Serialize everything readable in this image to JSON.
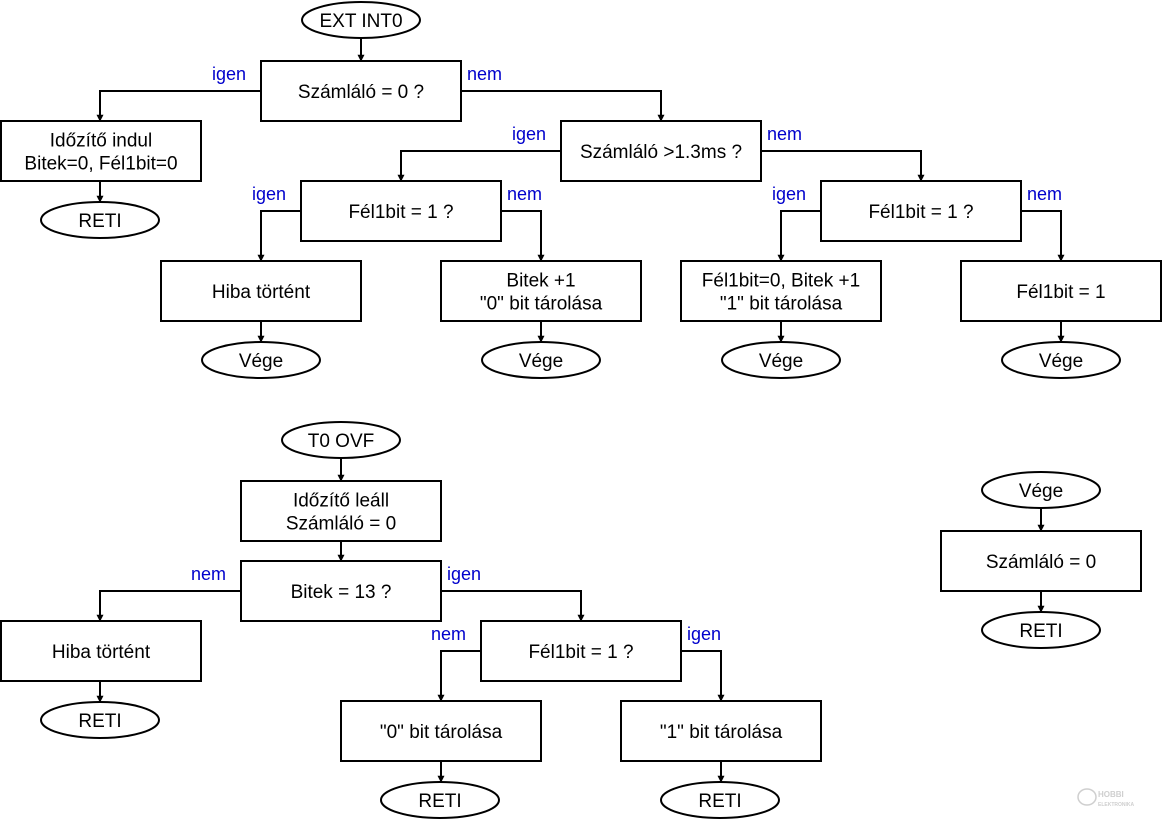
{
  "colors": {
    "decision_text": "#e00000",
    "process_text": "#000000",
    "edge_label": "#0000cc",
    "line": "#000000"
  },
  "flowcharts": [
    {
      "id": "ext-int0",
      "nodes": [
        {
          "id": "ext-int0-start",
          "kind": "terminal",
          "lines": [
            "EXT INT0"
          ]
        },
        {
          "id": "counter-zero-decision",
          "kind": "decision",
          "lines": [
            "Számláló = 0 ?"
          ]
        },
        {
          "id": "timer-start-process",
          "kind": "process",
          "lines": [
            "Időzítő indul",
            "Bitek=0, Fél1bit=0"
          ]
        },
        {
          "id": "reti-1",
          "kind": "terminal",
          "lines": [
            "RETI"
          ]
        },
        {
          "id": "counter-gt-decision",
          "kind": "decision",
          "lines": [
            "Számláló >1.3ms ?"
          ]
        },
        {
          "id": "halfbit-left-decision",
          "kind": "decision",
          "lines": [
            "Fél1bit  = 1 ?"
          ]
        },
        {
          "id": "error-process-1",
          "kind": "process",
          "lines": [
            "Hiba történt"
          ]
        },
        {
          "id": "end-1",
          "kind": "terminal",
          "lines": [
            "Vége"
          ]
        },
        {
          "id": "store-zero-process-1",
          "kind": "process",
          "lines": [
            "Bitek +1",
            "\"0\" bit tárolása"
          ]
        },
        {
          "id": "end-2",
          "kind": "terminal",
          "lines": [
            "Vége"
          ]
        },
        {
          "id": "halfbit-right-decision",
          "kind": "decision",
          "lines": [
            "Fél1bit = 1 ?"
          ]
        },
        {
          "id": "store-one-process-1",
          "kind": "process",
          "lines": [
            "Fél1bit=0, Bitek +1",
            "\"1\" bit tárolása"
          ]
        },
        {
          "id": "end-3",
          "kind": "terminal",
          "lines": [
            "Vége"
          ]
        },
        {
          "id": "set-halfbit-process",
          "kind": "process",
          "lines": [
            "Fél1bit = 1"
          ]
        },
        {
          "id": "end-4",
          "kind": "terminal",
          "lines": [
            "Vége"
          ]
        }
      ],
      "edges": [
        {
          "id": "e1",
          "from": "ext-int0-start",
          "to": "counter-zero-decision",
          "label": ""
        },
        {
          "id": "e2",
          "from": "counter-zero-decision",
          "to": "timer-start-process",
          "label": "igen"
        },
        {
          "id": "e3",
          "from": "timer-start-process",
          "to": "reti-1",
          "label": ""
        },
        {
          "id": "e4",
          "from": "counter-zero-decision",
          "to": "counter-gt-decision",
          "label": "nem"
        },
        {
          "id": "e5",
          "from": "counter-gt-decision",
          "to": "halfbit-left-decision",
          "label": "igen"
        },
        {
          "id": "e6",
          "from": "counter-gt-decision",
          "to": "halfbit-right-decision",
          "label": "nem"
        },
        {
          "id": "e7",
          "from": "halfbit-left-decision",
          "to": "error-process-1",
          "label": "igen"
        },
        {
          "id": "e8",
          "from": "error-process-1",
          "to": "end-1",
          "label": ""
        },
        {
          "id": "e9",
          "from": "halfbit-left-decision",
          "to": "store-zero-process-1",
          "label": "nem"
        },
        {
          "id": "e10",
          "from": "store-zero-process-1",
          "to": "end-2",
          "label": ""
        },
        {
          "id": "e11",
          "from": "halfbit-right-decision",
          "to": "store-one-process-1",
          "label": "igen"
        },
        {
          "id": "e12",
          "from": "store-one-process-1",
          "to": "end-3",
          "label": ""
        },
        {
          "id": "e13",
          "from": "halfbit-right-decision",
          "to": "set-halfbit-process",
          "label": "nem"
        },
        {
          "id": "e14",
          "from": "set-halfbit-process",
          "to": "end-4",
          "label": ""
        }
      ]
    },
    {
      "id": "t0-ovf",
      "nodes": [
        {
          "id": "t0-ovf-start",
          "kind": "terminal",
          "lines": [
            "T0 OVF"
          ]
        },
        {
          "id": "timer-stop-process",
          "kind": "process",
          "lines": [
            "Időzítő leáll",
            "Számláló = 0"
          ]
        },
        {
          "id": "bits-13-decision",
          "kind": "decision",
          "lines": [
            "Bitek = 13 ?"
          ]
        },
        {
          "id": "error-process-2",
          "kind": "process",
          "lines": [
            "Hiba történt"
          ]
        },
        {
          "id": "reti-2",
          "kind": "terminal",
          "lines": [
            "RETI"
          ]
        },
        {
          "id": "halfbit-bottom-decision",
          "kind": "decision",
          "lines": [
            "Fél1bit = 1 ?"
          ]
        },
        {
          "id": "store-zero-process-2",
          "kind": "process",
          "lines": [
            "\"0\" bit tárolása"
          ]
        },
        {
          "id": "reti-3",
          "kind": "terminal",
          "lines": [
            "RETI"
          ]
        },
        {
          "id": "store-one-process-2",
          "kind": "process",
          "lines": [
            "\"1\" bit tárolása"
          ]
        },
        {
          "id": "reti-4",
          "kind": "terminal",
          "lines": [
            "RETI"
          ]
        }
      ],
      "edges": [
        {
          "id": "f1",
          "from": "t0-ovf-start",
          "to": "timer-stop-process",
          "label": ""
        },
        {
          "id": "f2",
          "from": "timer-stop-process",
          "to": "bits-13-decision",
          "label": ""
        },
        {
          "id": "f3",
          "from": "bits-13-decision",
          "to": "error-process-2",
          "label": "nem"
        },
        {
          "id": "f4",
          "from": "error-process-2",
          "to": "reti-2",
          "label": ""
        },
        {
          "id": "f5",
          "from": "bits-13-decision",
          "to": "halfbit-bottom-decision",
          "label": "igen"
        },
        {
          "id": "f6",
          "from": "halfbit-bottom-decision",
          "to": "store-zero-process-2",
          "label": "nem"
        },
        {
          "id": "f7",
          "from": "store-zero-process-2",
          "to": "reti-3",
          "label": ""
        },
        {
          "id": "f8",
          "from": "halfbit-bottom-decision",
          "to": "store-one-process-2",
          "label": "igen"
        },
        {
          "id": "f9",
          "from": "store-one-process-2",
          "to": "reti-4",
          "label": ""
        }
      ]
    },
    {
      "id": "vege-routine",
      "nodes": [
        {
          "id": "vege-start",
          "kind": "terminal",
          "lines": [
            "Vége"
          ]
        },
        {
          "id": "counter-reset-process",
          "kind": "process",
          "lines": [
            "Számláló = 0"
          ]
        },
        {
          "id": "reti-5",
          "kind": "terminal",
          "lines": [
            "RETI"
          ]
        }
      ],
      "edges": [
        {
          "id": "g1",
          "from": "vege-start",
          "to": "counter-reset-process",
          "label": ""
        },
        {
          "id": "g2",
          "from": "counter-reset-process",
          "to": "reti-5",
          "label": ""
        }
      ]
    }
  ],
  "watermark": {
    "lines": [
      "HOBBI",
      "ELEKTRONIKA"
    ]
  }
}
